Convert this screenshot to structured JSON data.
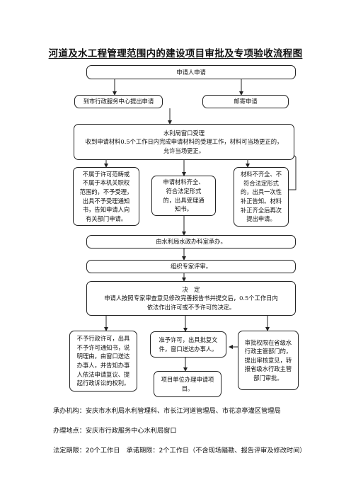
{
  "title": "河道及水工程管理范围内的建设项目审批及专项验收流程图",
  "nodes": {
    "apply": "申请人申请",
    "center": "到市行政服务中心提出申请",
    "mail": "邮寄申请",
    "window": "水利局窗口受理\n收到申请材料0.5个工作日内完成申请材料的受理工作，材料可当场更正的，\n允许当场更正。",
    "reject": "不属于许可范畴或\n不属于本机关职权\n范围的，不予受理，\n出具不予受理通知\n书，告知申请人向\n有关部门申请。",
    "accept": "申请材料齐全、\n符合法定形式\n的，出具受理通\n知书。",
    "incomplete": "材料不齐全、不\n符合法定形式\n的，出具一次性\n补正告知。材料\n补正齐全后再次\n提出申请。",
    "office": "由水利局水政办科室承办。",
    "review": "组织专家评审。",
    "decide": "决　定\n申请人按照专家审查意见修改完善报告书并提交后，0.5个工作日内\n依法作出许可或不予许可的决定。",
    "deny": "不予行政许可，出具\n不予许可通知书，说\n明理由，由窗口送达\n办事人，并告知办事\n人依法申请复议、提\n起行政诉讼的权利。",
    "grant": "准予许可，出具批复文\n件，窗口送达办事人。",
    "province": "审批权限在省级水\n行政主管部门的，\n提出审核意见，转\n报省级水行政主管\n部门审批。",
    "project": "项目单位办理申请项\n目。"
  },
  "footer": {
    "org": "承办机构：安庆市水利局水利管理科、市长江河道管理局、市花凉亭灌区管理局",
    "place": "办理地点：安庆市行政服务中心水利局窗口",
    "time": "法定期限：20个工作日　承诺期限：2个工作日（不含现场踏勘、报告评审及修改时间）"
  }
}
